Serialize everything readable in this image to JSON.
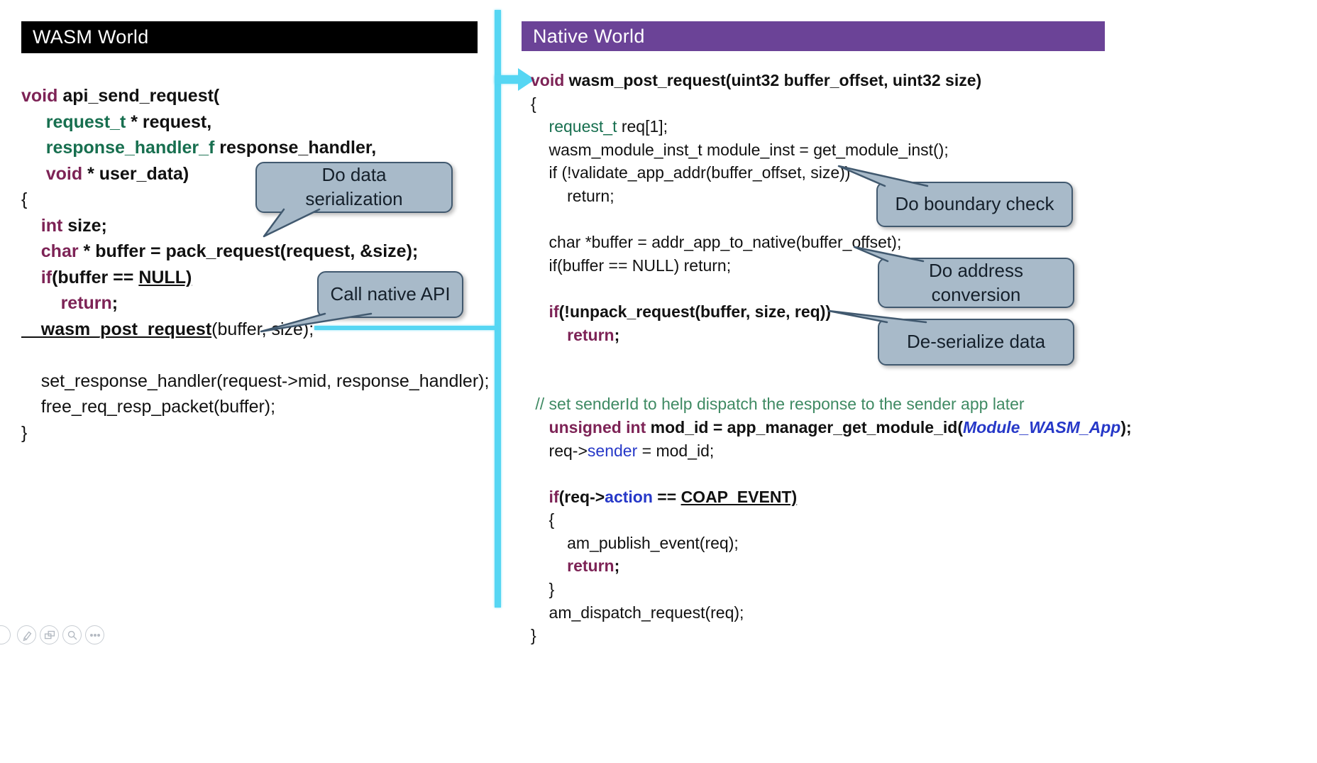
{
  "colors": {
    "header-wasm-bg": "#000000",
    "header-native-bg": "#6B4397",
    "keyword": "#7D2356",
    "type": "#176F4F",
    "comment": "#3F8A63",
    "blue": "#2638C8",
    "arrow": "#56D6F3",
    "callout-fill": "#A8BAC9",
    "callout-border": "#41596F"
  },
  "headers": {
    "wasm": "WASM World",
    "native": "Native World"
  },
  "callouts": [
    {
      "id": "do-data-serialization",
      "label": "Do data serialization"
    },
    {
      "id": "call-native-api",
      "label": "Call native API"
    },
    {
      "id": "do-boundary-check",
      "label": "Do boundary check"
    },
    {
      "id": "do-address-conversion",
      "label": "Do address conversion"
    },
    {
      "id": "de-serialize-data",
      "label": "De-serialize data"
    }
  ],
  "wasm_code": {
    "lines": [
      [
        [
          "void ",
          "kw b"
        ],
        [
          "api_send_request(",
          "b"
        ]
      ],
      [
        [
          "     request_t",
          "ty b"
        ],
        [
          " * request,",
          "b"
        ]
      ],
      [
        [
          "     response_handler_f ",
          "ty b"
        ],
        [
          "response_handler,",
          "b"
        ]
      ],
      [
        [
          "     void ",
          "kw b"
        ],
        [
          "* user_data)",
          "b"
        ]
      ],
      [
        [
          "{",
          ""
        ]
      ],
      [
        [
          "    int ",
          "kw b"
        ],
        [
          "size;",
          "b"
        ]
      ],
      [
        [
          "    char ",
          "kw b"
        ],
        [
          "* buffer = pack_request(request, &size);",
          "b"
        ]
      ],
      [
        [
          "    if",
          "kw b"
        ],
        [
          "(buffer == ",
          "b"
        ],
        [
          "NULL)",
          "b u"
        ]
      ],
      [
        [
          "        return",
          "kw b"
        ],
        [
          ";",
          "b"
        ]
      ],
      [
        [
          "    wasm_post_request",
          "b u"
        ],
        [
          "(buffer, size);",
          ""
        ]
      ],
      [],
      [
        [
          "    set_response_handler(request->mid, response_handler);",
          ""
        ]
      ],
      [
        [
          "    free_req_resp_packet(buffer);",
          ""
        ]
      ],
      [
        [
          "}",
          ""
        ]
      ]
    ]
  },
  "native_code": {
    "lines": [
      [
        [
          "void ",
          "kw b"
        ],
        [
          "wasm_post_request(uint32 buffer_offset, uint32 size)",
          "b"
        ]
      ],
      [
        [
          "{",
          ""
        ]
      ],
      [
        [
          "    request_t",
          "ty"
        ],
        [
          " req[1];",
          ""
        ]
      ],
      [
        [
          "    wasm_module_inst_t module_inst = get_module_inst();",
          ""
        ]
      ],
      [
        [
          "    if (!validate_app_addr(buffer_offset, size))",
          ""
        ]
      ],
      [
        [
          "        return;",
          ""
        ]
      ],
      [],
      [
        [
          "    char *buffer = addr_app_to_native(buffer_offset);",
          ""
        ]
      ],
      [
        [
          "    if(buffer == NULL) return;",
          ""
        ]
      ],
      [],
      [
        [
          "    if",
          "kw b"
        ],
        [
          "(!unpack_request(buffer, size, req))",
          "b"
        ]
      ],
      [
        [
          "        return",
          "kw b"
        ],
        [
          ";",
          "b"
        ]
      ],
      [],
      [],
      [
        [
          " // set senderId to help dispatch the response to the sender app later",
          "cm"
        ]
      ],
      [
        [
          "    unsigned int ",
          "kw b"
        ],
        [
          "mod_id = app_manager_get_module_id(",
          "b"
        ],
        [
          "Module_WASM_App",
          "bl b i"
        ],
        [
          ");",
          "b"
        ]
      ],
      [
        [
          "    req->",
          ""
        ],
        [
          "sender",
          "bl"
        ],
        [
          " = mod_id;",
          ""
        ]
      ],
      [],
      [
        [
          "    if",
          "kw b"
        ],
        [
          "(req->",
          "b"
        ],
        [
          "action",
          "bl b"
        ],
        [
          " == ",
          "b"
        ],
        [
          "COAP_EVENT)",
          "b u"
        ]
      ],
      [
        [
          "    {",
          ""
        ]
      ],
      [
        [
          "        am_publish_event(req);",
          ""
        ]
      ],
      [
        [
          "        return",
          "kw b"
        ],
        [
          ";",
          "b"
        ]
      ],
      [
        [
          "    }",
          ""
        ]
      ],
      [
        [
          "    am_dispatch_request(req);",
          ""
        ]
      ],
      [
        [
          "}",
          ""
        ]
      ]
    ]
  },
  "presenter_toolbar": {
    "icons": [
      "edge-tool-icon",
      "pen-icon",
      "slides-icon",
      "zoom-icon",
      "more-icon"
    ]
  }
}
